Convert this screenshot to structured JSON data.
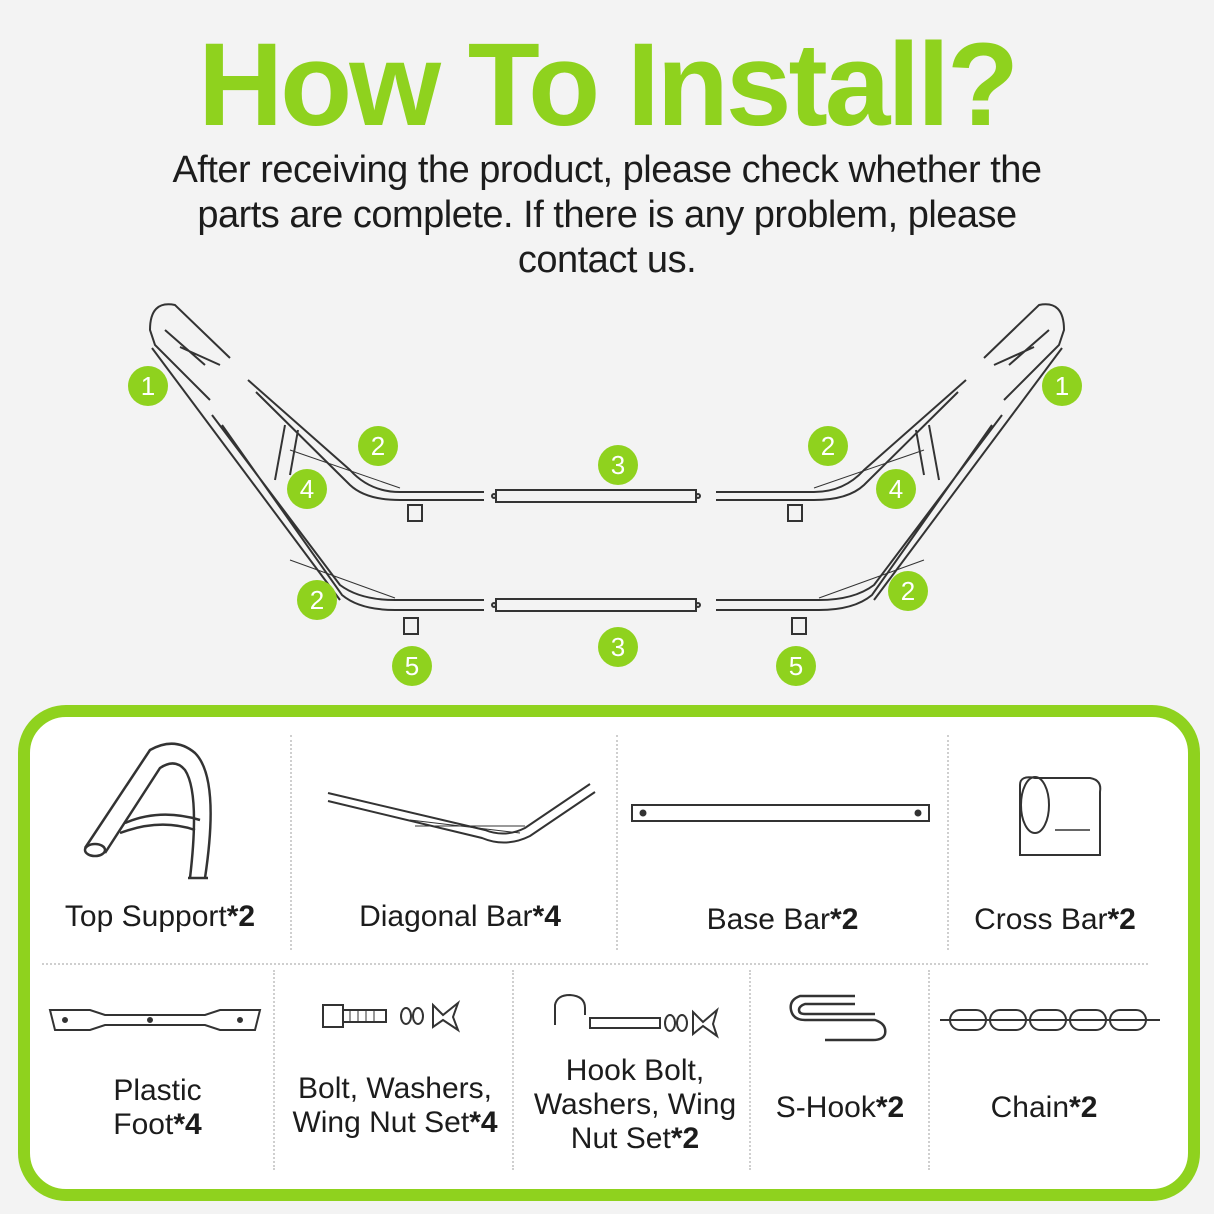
{
  "title": "How To Install?",
  "subtitle": "After receiving the product, please check whether the parts are complete. If there is any problem, please contact us.",
  "accent_color": "#8fd21e",
  "diagram_badges": [
    "1",
    "1",
    "2",
    "2",
    "2",
    "2",
    "3",
    "3",
    "4",
    "4",
    "5",
    "5"
  ],
  "parts": [
    {
      "name": "Top Support",
      "qty": "*2",
      "icon": "top-support-icon"
    },
    {
      "name": "Diagonal Bar",
      "qty": "*4",
      "icon": "diagonal-bar-icon"
    },
    {
      "name": "Base Bar",
      "qty": "*2",
      "icon": "base-bar-icon"
    },
    {
      "name": "Cross Bar",
      "qty": "*2",
      "icon": "cross-bar-icon"
    },
    {
      "name": "Plastic Foot",
      "qty": "*4",
      "icon": "plastic-foot-icon"
    },
    {
      "name": "Bolt, Washers, Wing Nut Set",
      "qty": "*4",
      "icon": "bolt-set-icon"
    },
    {
      "name": "Hook Bolt, Washers, Wing Nut Set",
      "qty": "*2",
      "icon": "hook-bolt-set-icon"
    },
    {
      "name": "S-Hook",
      "qty": "*2",
      "icon": "s-hook-icon"
    },
    {
      "name": "Chain",
      "qty": "*2",
      "icon": "chain-icon"
    }
  ]
}
